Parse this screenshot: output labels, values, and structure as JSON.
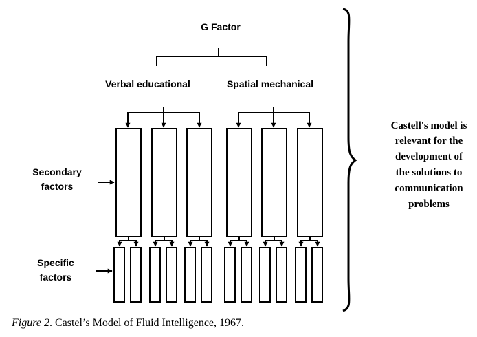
{
  "diagram": {
    "top_label": "G Factor",
    "group_labels": [
      "Verbal educational",
      "Spatial mechanical"
    ],
    "secondary_label": [
      "Secondary",
      "factors"
    ],
    "specific_label": [
      "Specific",
      "factors"
    ],
    "note_lines": [
      "Castell's model is",
      "relevant for the",
      "development of",
      "the solutions to",
      "communication",
      "problems"
    ]
  },
  "caption": {
    "figure_label": "Figure 2",
    "text": ". Castel’s Model of Fluid Intelligence, 1967."
  }
}
